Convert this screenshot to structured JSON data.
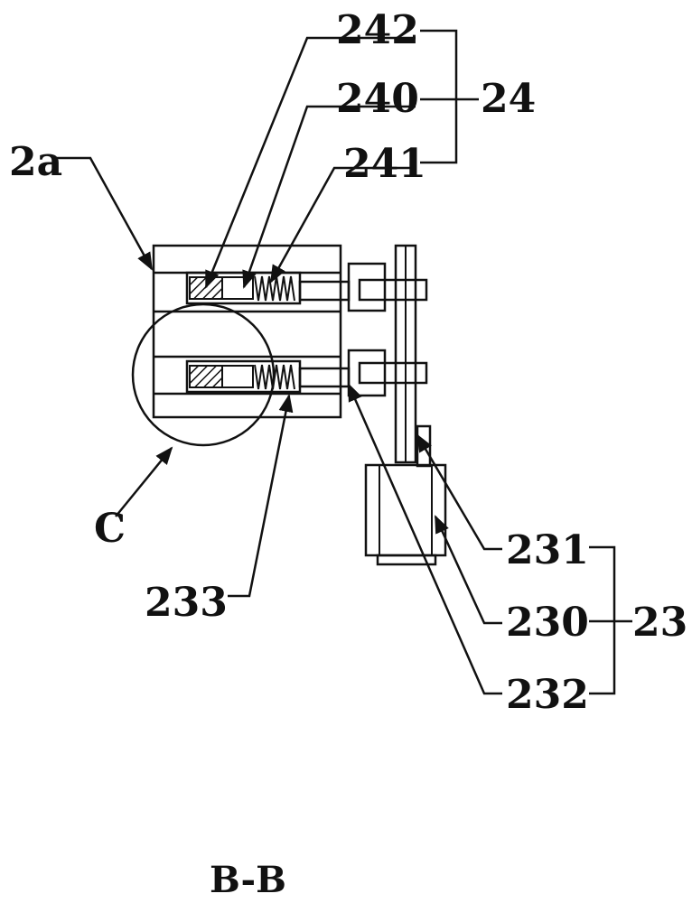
{
  "labels": {
    "l242": "242",
    "l240": "240",
    "l241": "241",
    "l24": "24",
    "l2a": "2a",
    "lC": "C",
    "l233": "233",
    "l231": "231",
    "l230": "230",
    "l23": "23",
    "l232": "232"
  },
  "caption": "B-B"
}
